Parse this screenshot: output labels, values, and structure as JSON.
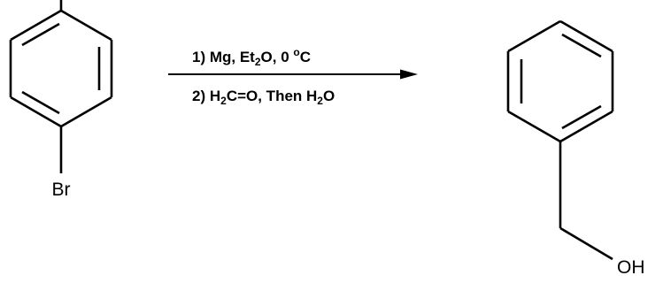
{
  "reactant": {
    "substituent_label": "Br"
  },
  "conditions": {
    "step1": {
      "prefix": "1) Mg, Et",
      "sub": "2",
      "mid": "O, 0 ",
      "sup": "o",
      "suffix": "C"
    },
    "step2": {
      "prefix": "2) H",
      "sub1": "2",
      "mid": "C=O, Then H",
      "sub2": "2",
      "suffix": "O"
    }
  },
  "product": {
    "substituent_label": "OH"
  }
}
